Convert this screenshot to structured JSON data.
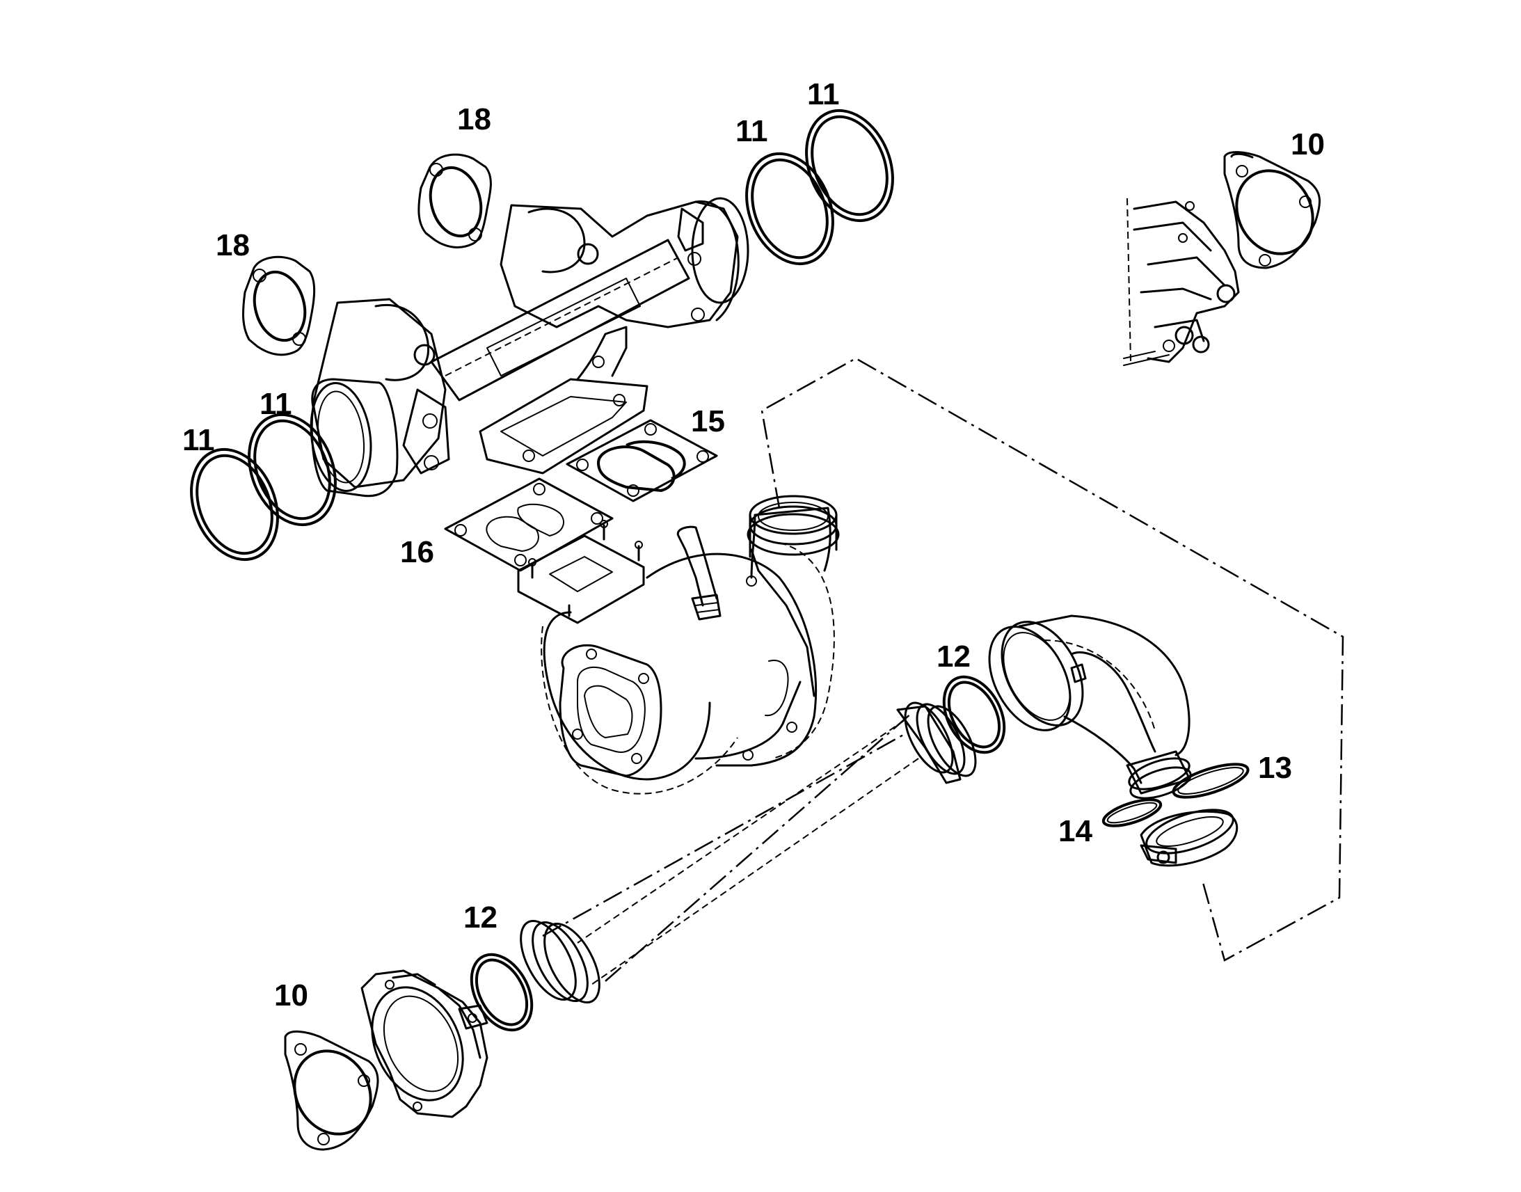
{
  "callouts": [
    {
      "id": "c11a",
      "text": "11"
    },
    {
      "id": "c11b",
      "text": "11"
    },
    {
      "id": "c18a",
      "text": "18"
    },
    {
      "id": "c18b",
      "text": "18"
    },
    {
      "id": "c11c",
      "text": "11"
    },
    {
      "id": "c11d",
      "text": "11"
    },
    {
      "id": "c10a",
      "text": "10"
    },
    {
      "id": "c15",
      "text": "15"
    },
    {
      "id": "c16",
      "text": "16"
    },
    {
      "id": "c12a",
      "text": "12"
    },
    {
      "id": "c13",
      "text": "13"
    },
    {
      "id": "c14",
      "text": "14"
    },
    {
      "id": "c12b",
      "text": "12"
    },
    {
      "id": "c10b",
      "text": "10"
    }
  ]
}
